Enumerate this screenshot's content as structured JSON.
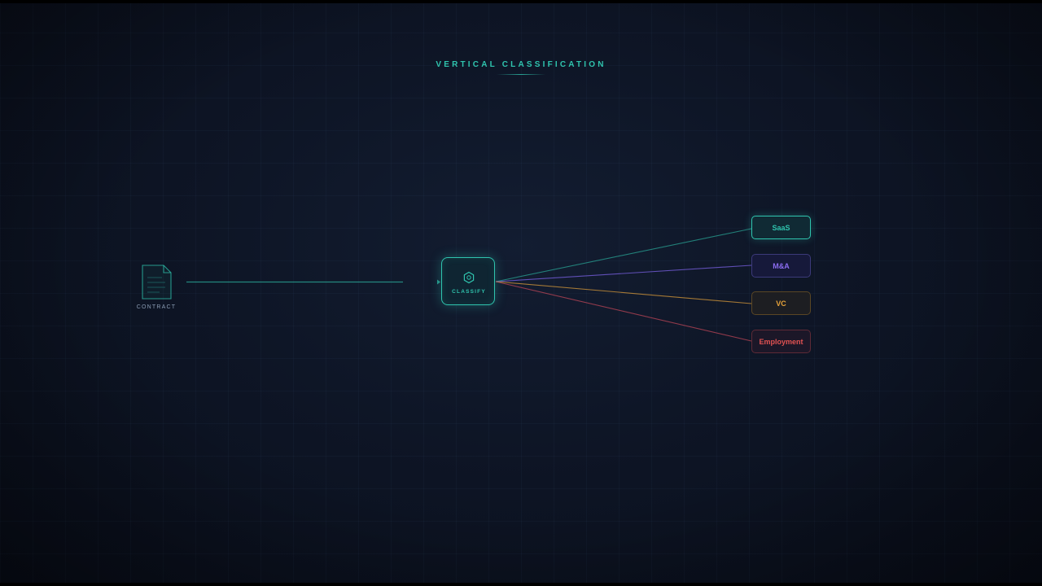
{
  "diagram": {
    "title": "VERTICAL CLASSIFICATION",
    "source": {
      "label": "CONTRACT",
      "icon": "document-icon"
    },
    "process": {
      "label": "CLASSIFY",
      "icon": "hexagon-icon"
    },
    "targets": [
      {
        "label": "SaaS",
        "color": "#2fc4ae"
      },
      {
        "label": "M&A",
        "color": "#8b6cf0"
      },
      {
        "label": "VC",
        "color": "#e6a23a"
      },
      {
        "label": "Employment",
        "color": "#e25252"
      }
    ]
  },
  "colors": {
    "accent": "#2fc4ae",
    "background": "#0f1729",
    "muted_text": "#8a9bb3"
  }
}
